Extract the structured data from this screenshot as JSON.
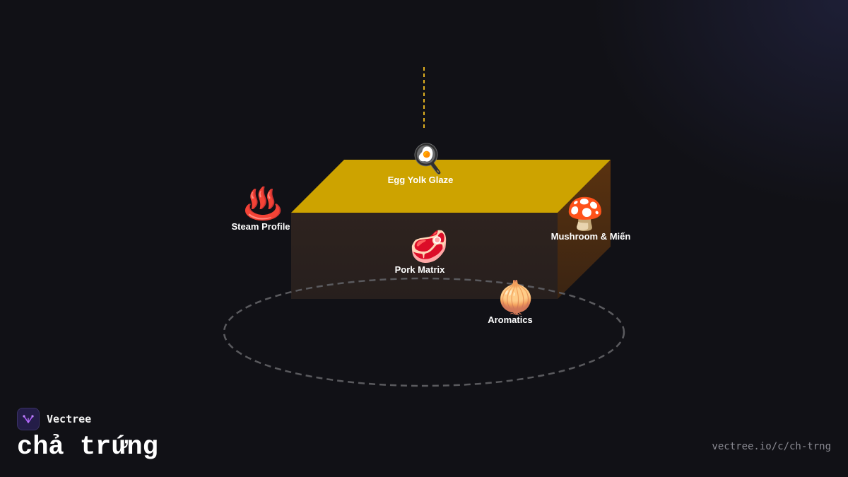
{
  "colors": {
    "box_top": "#cda300",
    "box_front": "#2b2220",
    "box_side": "#4a2c14",
    "guide_line": "#e0b020",
    "orbit": "#5a5a5e",
    "label": "#ffffff"
  },
  "components": [
    {
      "icon": "fried-egg-pan-icon",
      "emoji": "🍳",
      "label": "Egg Yolk Glaze"
    },
    {
      "icon": "hot-springs-icon",
      "emoji": "♨️",
      "label": "Steam Profile"
    },
    {
      "icon": "mushroom-icon",
      "emoji": "🍄",
      "label": "Mushroom & Miến"
    },
    {
      "icon": "meat-cut-icon",
      "emoji": "🥩",
      "label": "Pork Matrix"
    },
    {
      "icon": "onion-icon",
      "emoji": "🧅",
      "label": "Aromatics"
    }
  ],
  "brand": {
    "icon": "vectree-logo-icon",
    "name": "Vectree"
  },
  "title": "chả trứng",
  "url": "vectree.io/c/ch-trng"
}
